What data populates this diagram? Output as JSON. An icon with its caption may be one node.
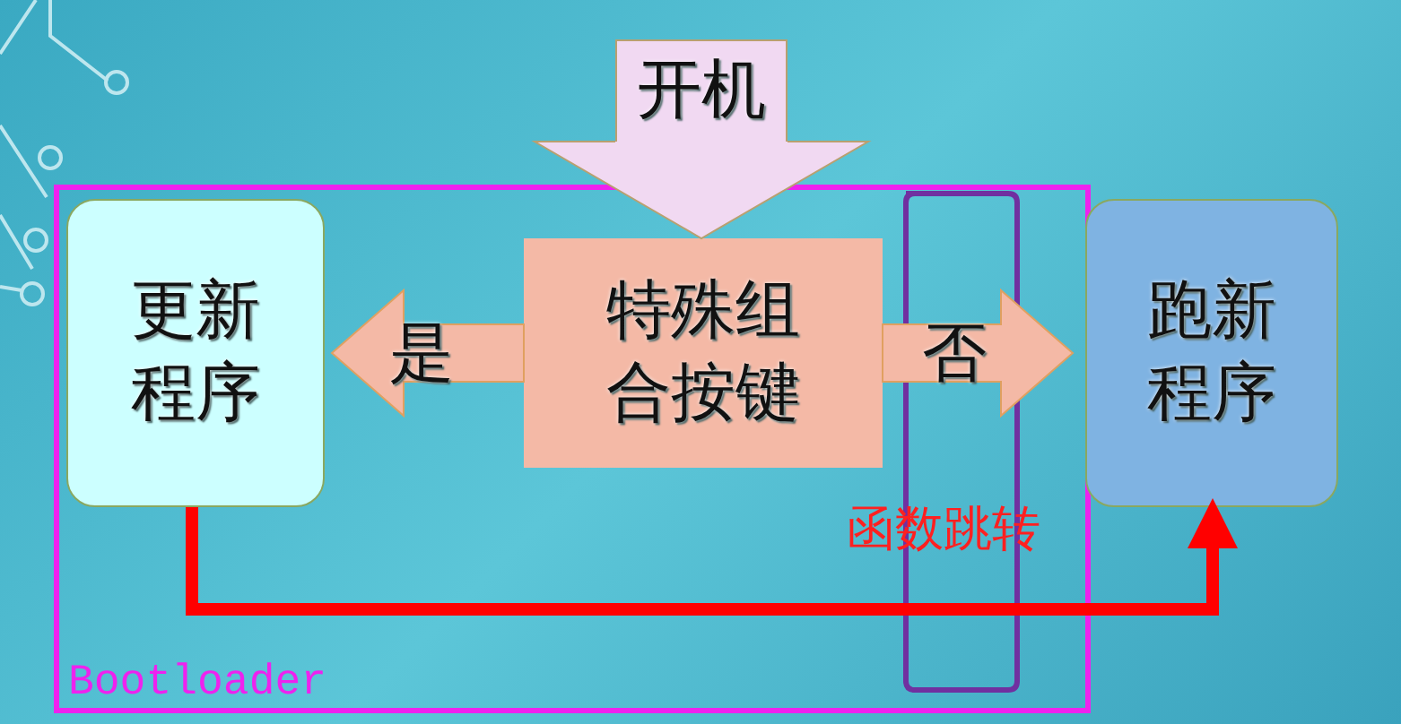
{
  "diagram": {
    "nodes": [
      {
        "text": [
          "Bootloader"
        ]
      },
      {
        "text": [
          "开机"
        ]
      },
      {
        "text": [
          "更新程序"
        ],
        "in": 0
      },
      {
        "text": [
          "特殊组合按键"
        ],
        "in": 0
      },
      {
        "text": [
          "跑新程序"
        ]
      }
    ],
    "edges": [
      {
        "from": 1,
        "to": 3,
        "arrow": "to"
      },
      {
        "from": 3,
        "to": 2,
        "arrow": "to",
        "label": "是"
      },
      {
        "from": 3,
        "to": 4,
        "arrow": "to",
        "label": "否"
      },
      {
        "from": 2,
        "to": 4,
        "arrow": "to",
        "color": "#ff0000"
      }
    ],
    "labels": [
      "函数跳转"
    ]
  }
}
